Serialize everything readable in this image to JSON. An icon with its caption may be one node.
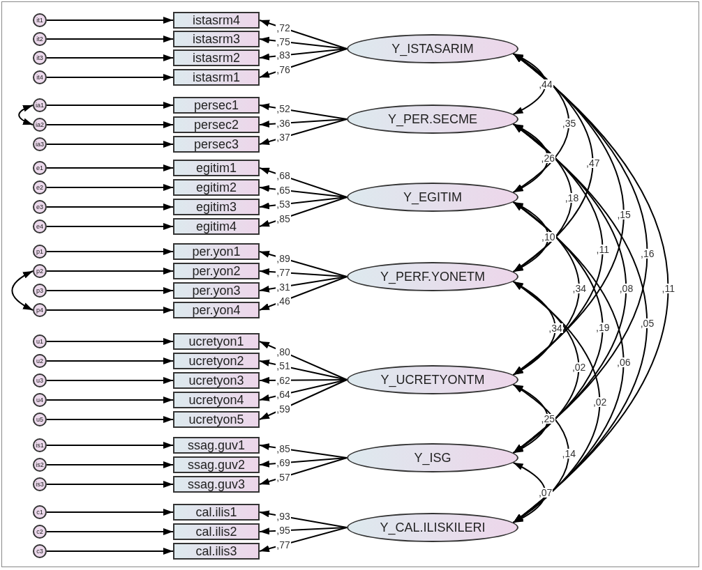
{
  "diagram": {
    "nodes": [
      {
        "text": [
          "it1"
        ]
      },
      {
        "text": [
          "istasrm4"
        ]
      },
      {
        "text": [
          "it2"
        ]
      },
      {
        "text": [
          "istasrm3"
        ]
      },
      {
        "text": [
          "it3"
        ]
      },
      {
        "text": [
          "istasrm2"
        ]
      },
      {
        "text": [
          "it4"
        ]
      },
      {
        "text": [
          "istasrm1"
        ]
      },
      {
        "text": [
          "Y_ISTASARIM"
        ]
      },
      {
        "text": [
          "ia1"
        ]
      },
      {
        "text": [
          "persec1"
        ]
      },
      {
        "text": [
          "ia2"
        ]
      },
      {
        "text": [
          "persec2"
        ]
      },
      {
        "text": [
          "ia3"
        ]
      },
      {
        "text": [
          "persec3"
        ]
      },
      {
        "text": [
          "Y_PER.SECME"
        ]
      },
      {
        "text": [
          "e1"
        ]
      },
      {
        "text": [
          "egitim1"
        ]
      },
      {
        "text": [
          "e2"
        ]
      },
      {
        "text": [
          "egitim2"
        ]
      },
      {
        "text": [
          "e3"
        ]
      },
      {
        "text": [
          "egitim3"
        ]
      },
      {
        "text": [
          "e4"
        ]
      },
      {
        "text": [
          "egitim4"
        ]
      },
      {
        "text": [
          "Y_EGITIM"
        ]
      },
      {
        "text": [
          "p1"
        ]
      },
      {
        "text": [
          "per.yon1"
        ]
      },
      {
        "text": [
          "p2"
        ]
      },
      {
        "text": [
          "per.yon2"
        ]
      },
      {
        "text": [
          "p3"
        ]
      },
      {
        "text": [
          "per.yon3"
        ]
      },
      {
        "text": [
          "p4"
        ]
      },
      {
        "text": [
          "per.yon4"
        ]
      },
      {
        "text": [
          "Y_PERF.YONETM"
        ]
      },
      {
        "text": [
          "u1"
        ]
      },
      {
        "text": [
          "ucretyon1"
        ]
      },
      {
        "text": [
          "u2"
        ]
      },
      {
        "text": [
          "ucretyon2"
        ]
      },
      {
        "text": [
          "u3"
        ]
      },
      {
        "text": [
          "ucretyon3"
        ]
      },
      {
        "text": [
          "u4"
        ]
      },
      {
        "text": [
          "ucretyon4"
        ]
      },
      {
        "text": [
          "u5"
        ]
      },
      {
        "text": [
          "ucretyon5"
        ]
      },
      {
        "text": [
          "Y_UCRETYONTM"
        ]
      },
      {
        "text": [
          "is1"
        ]
      },
      {
        "text": [
          "ssag.guv1"
        ]
      },
      {
        "text": [
          "is2"
        ]
      },
      {
        "text": [
          "ssag.guv2"
        ]
      },
      {
        "text": [
          "is3"
        ]
      },
      {
        "text": [
          "ssag.guv3"
        ]
      },
      {
        "text": [
          "Y_ISG"
        ]
      },
      {
        "text": [
          "c1"
        ]
      },
      {
        "text": [
          "cal.ilis1"
        ]
      },
      {
        "text": [
          "c2"
        ]
      },
      {
        "text": [
          "cal.ilis2"
        ]
      },
      {
        "text": [
          "c3"
        ]
      },
      {
        "text": [
          "cal.ilis3"
        ]
      },
      {
        "text": [
          "Y_CAL.ILISKILERI"
        ]
      }
    ],
    "edges": [
      {
        "from": 0,
        "to": 1,
        "arrow": "to"
      },
      {
        "from": 2,
        "to": 3,
        "arrow": "to"
      },
      {
        "from": 4,
        "to": 5,
        "arrow": "to"
      },
      {
        "from": 6,
        "to": 7,
        "arrow": "to"
      },
      {
        "from": 9,
        "to": 10,
        "arrow": "to"
      },
      {
        "from": 11,
        "to": 12,
        "arrow": "to"
      },
      {
        "from": 13,
        "to": 14,
        "arrow": "to"
      },
      {
        "from": 16,
        "to": 17,
        "arrow": "to"
      },
      {
        "from": 18,
        "to": 19,
        "arrow": "to"
      },
      {
        "from": 20,
        "to": 21,
        "arrow": "to"
      },
      {
        "from": 22,
        "to": 23,
        "arrow": "to"
      },
      {
        "from": 25,
        "to": 26,
        "arrow": "to"
      },
      {
        "from": 27,
        "to": 28,
        "arrow": "to"
      },
      {
        "from": 29,
        "to": 30,
        "arrow": "to"
      },
      {
        "from": 31,
        "to": 32,
        "arrow": "to"
      },
      {
        "from": 34,
        "to": 35,
        "arrow": "to"
      },
      {
        "from": 36,
        "to": 37,
        "arrow": "to"
      },
      {
        "from": 38,
        "to": 39,
        "arrow": "to"
      },
      {
        "from": 40,
        "to": 41,
        "arrow": "to"
      },
      {
        "from": 42,
        "to": 43,
        "arrow": "to"
      },
      {
        "from": 45,
        "to": 46,
        "arrow": "to"
      },
      {
        "from": 47,
        "to": 48,
        "arrow": "to"
      },
      {
        "from": 49,
        "to": 50,
        "arrow": "to"
      },
      {
        "from": 52,
        "to": 53,
        "arrow": "to"
      },
      {
        "from": 54,
        "to": 55,
        "arrow": "to"
      },
      {
        "from": 56,
        "to": 57,
        "arrow": "to"
      },
      {
        "from": 8,
        "to": 1,
        "arrow": "to",
        "label": ",72"
      },
      {
        "from": 8,
        "to": 3,
        "arrow": "to",
        "label": ",75"
      },
      {
        "from": 8,
        "to": 5,
        "arrow": "to",
        "label": ",83"
      },
      {
        "from": 8,
        "to": 7,
        "arrow": "to",
        "label": ",76"
      },
      {
        "from": 15,
        "to": 10,
        "arrow": "to",
        "label": ",52"
      },
      {
        "from": 15,
        "to": 12,
        "arrow": "to",
        "label": ",36"
      },
      {
        "from": 15,
        "to": 14,
        "arrow": "to",
        "label": ",37"
      },
      {
        "from": 24,
        "to": 17,
        "arrow": "to",
        "label": ",68"
      },
      {
        "from": 24,
        "to": 19,
        "arrow": "to",
        "label": ",65"
      },
      {
        "from": 24,
        "to": 21,
        "arrow": "to",
        "label": ",53"
      },
      {
        "from": 24,
        "to": 23,
        "arrow": "to",
        "label": ",85"
      },
      {
        "from": 33,
        "to": 26,
        "arrow": "to",
        "label": ",89"
      },
      {
        "from": 33,
        "to": 28,
        "arrow": "to",
        "label": ",77"
      },
      {
        "from": 33,
        "to": 30,
        "arrow": "to",
        "label": ",31"
      },
      {
        "from": 33,
        "to": 32,
        "arrow": "to",
        "label": ",46"
      },
      {
        "from": 44,
        "to": 35,
        "arrow": "to",
        "label": ",80"
      },
      {
        "from": 44,
        "to": 37,
        "arrow": "to",
        "label": ",51"
      },
      {
        "from": 44,
        "to": 39,
        "arrow": "to",
        "label": ",62"
      },
      {
        "from": 44,
        "to": 41,
        "arrow": "to",
        "label": ",64"
      },
      {
        "from": 44,
        "to": 43,
        "arrow": "to",
        "label": ",59"
      },
      {
        "from": 51,
        "to": 46,
        "arrow": "to",
        "label": ",85"
      },
      {
        "from": 51,
        "to": 48,
        "arrow": "to",
        "label": ",69"
      },
      {
        "from": 51,
        "to": 50,
        "arrow": "to",
        "label": ",57"
      },
      {
        "from": 58,
        "to": 53,
        "arrow": "to",
        "label": ",93"
      },
      {
        "from": 58,
        "to": 55,
        "arrow": "to",
        "label": ",95"
      },
      {
        "from": 58,
        "to": 57,
        "arrow": "to",
        "label": ",77"
      },
      {
        "from": 9,
        "to": 11,
        "arrow": "both"
      },
      {
        "from": 27,
        "to": 31,
        "arrow": "both"
      },
      {
        "from": 8,
        "to": 15,
        "arrow": "both",
        "label": ",44"
      },
      {
        "from": 8,
        "to": 24,
        "arrow": "both",
        "label": ",35"
      },
      {
        "from": 8,
        "to": 33,
        "arrow": "both",
        "label": ",47"
      },
      {
        "from": 8,
        "to": 44,
        "arrow": "both",
        "label": ",15"
      },
      {
        "from": 8,
        "to": 51,
        "arrow": "both",
        "label": ",16"
      },
      {
        "from": 8,
        "to": 58,
        "arrow": "both",
        "label": ",11"
      },
      {
        "from": 15,
        "to": 24,
        "arrow": "both",
        "label": ",26"
      },
      {
        "from": 15,
        "to": 33,
        "arrow": "both",
        "label": ",18"
      },
      {
        "from": 15,
        "to": 44,
        "arrow": "both",
        "label": ",11"
      },
      {
        "from": 15,
        "to": 51,
        "arrow": "both",
        "label": ",08"
      },
      {
        "from": 15,
        "to": 58,
        "arrow": "both",
        "label": ",05"
      },
      {
        "from": 24,
        "to": 33,
        "arrow": "both",
        "label": ",10"
      },
      {
        "from": 24,
        "to": 44,
        "arrow": "both",
        "label": ",34"
      },
      {
        "from": 24,
        "to": 51,
        "arrow": "both",
        "label": ",19"
      },
      {
        "from": 24,
        "to": 58,
        "arrow": "both",
        "label": ",06"
      },
      {
        "from": 33,
        "to": 44,
        "arrow": "both",
        "label": ",34"
      },
      {
        "from": 33,
        "to": 51,
        "arrow": "both",
        "label": ",02"
      },
      {
        "from": 33,
        "to": 58,
        "arrow": "both",
        "label": ",02"
      },
      {
        "from": 44,
        "to": 51,
        "arrow": "both",
        "label": ",25"
      },
      {
        "from": 44,
        "to": 58,
        "arrow": "both",
        "label": ",14"
      },
      {
        "from": 51,
        "to": 58,
        "arrow": "both",
        "label": ",07"
      }
    ]
  }
}
